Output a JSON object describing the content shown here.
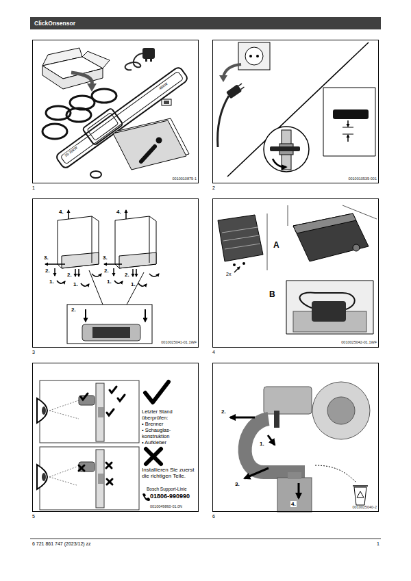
{
  "diagram": {
    "title": "ClickOnsensor",
    "nodes": [
      {
        "text": [
          "0010010875-1"
        ]
      },
      {
        "text": [
          "0010010535-001"
        ]
      },
      {
        "text": [
          "0010025041-01.1WF"
        ]
      },
      {
        "text": [
          "0010025042-01.1WF"
        ]
      },
      {
        "text": [
          "0010049860-01.0N"
        ]
      },
      {
        "text": [
          "0010025040-2"
        ]
      }
    ],
    "labels": [
      "45kW",
      "15-30kW",
      "1",
      "2",
      "4.",
      "3.",
      "2.",
      "1.",
      "2.",
      "1.",
      "4.",
      "3.",
      "2.",
      "1.",
      "2.",
      "1.",
      "2.",
      "3",
      "4",
      "2x",
      "A",
      "B",
      "Letzter Stand überprüfen:",
      "• Brenner",
      "• Schauglas-konstruktion",
      "• Aufkleber",
      "Installieren Sie zuerst die richtigen Teile.",
      "Bosch Support-Linie",
      "01806-990990",
      "5",
      "6",
      "2.",
      "1.",
      "3.",
      "4.",
      "6 721 861 747 (2023/12) zz",
      "1"
    ]
  }
}
